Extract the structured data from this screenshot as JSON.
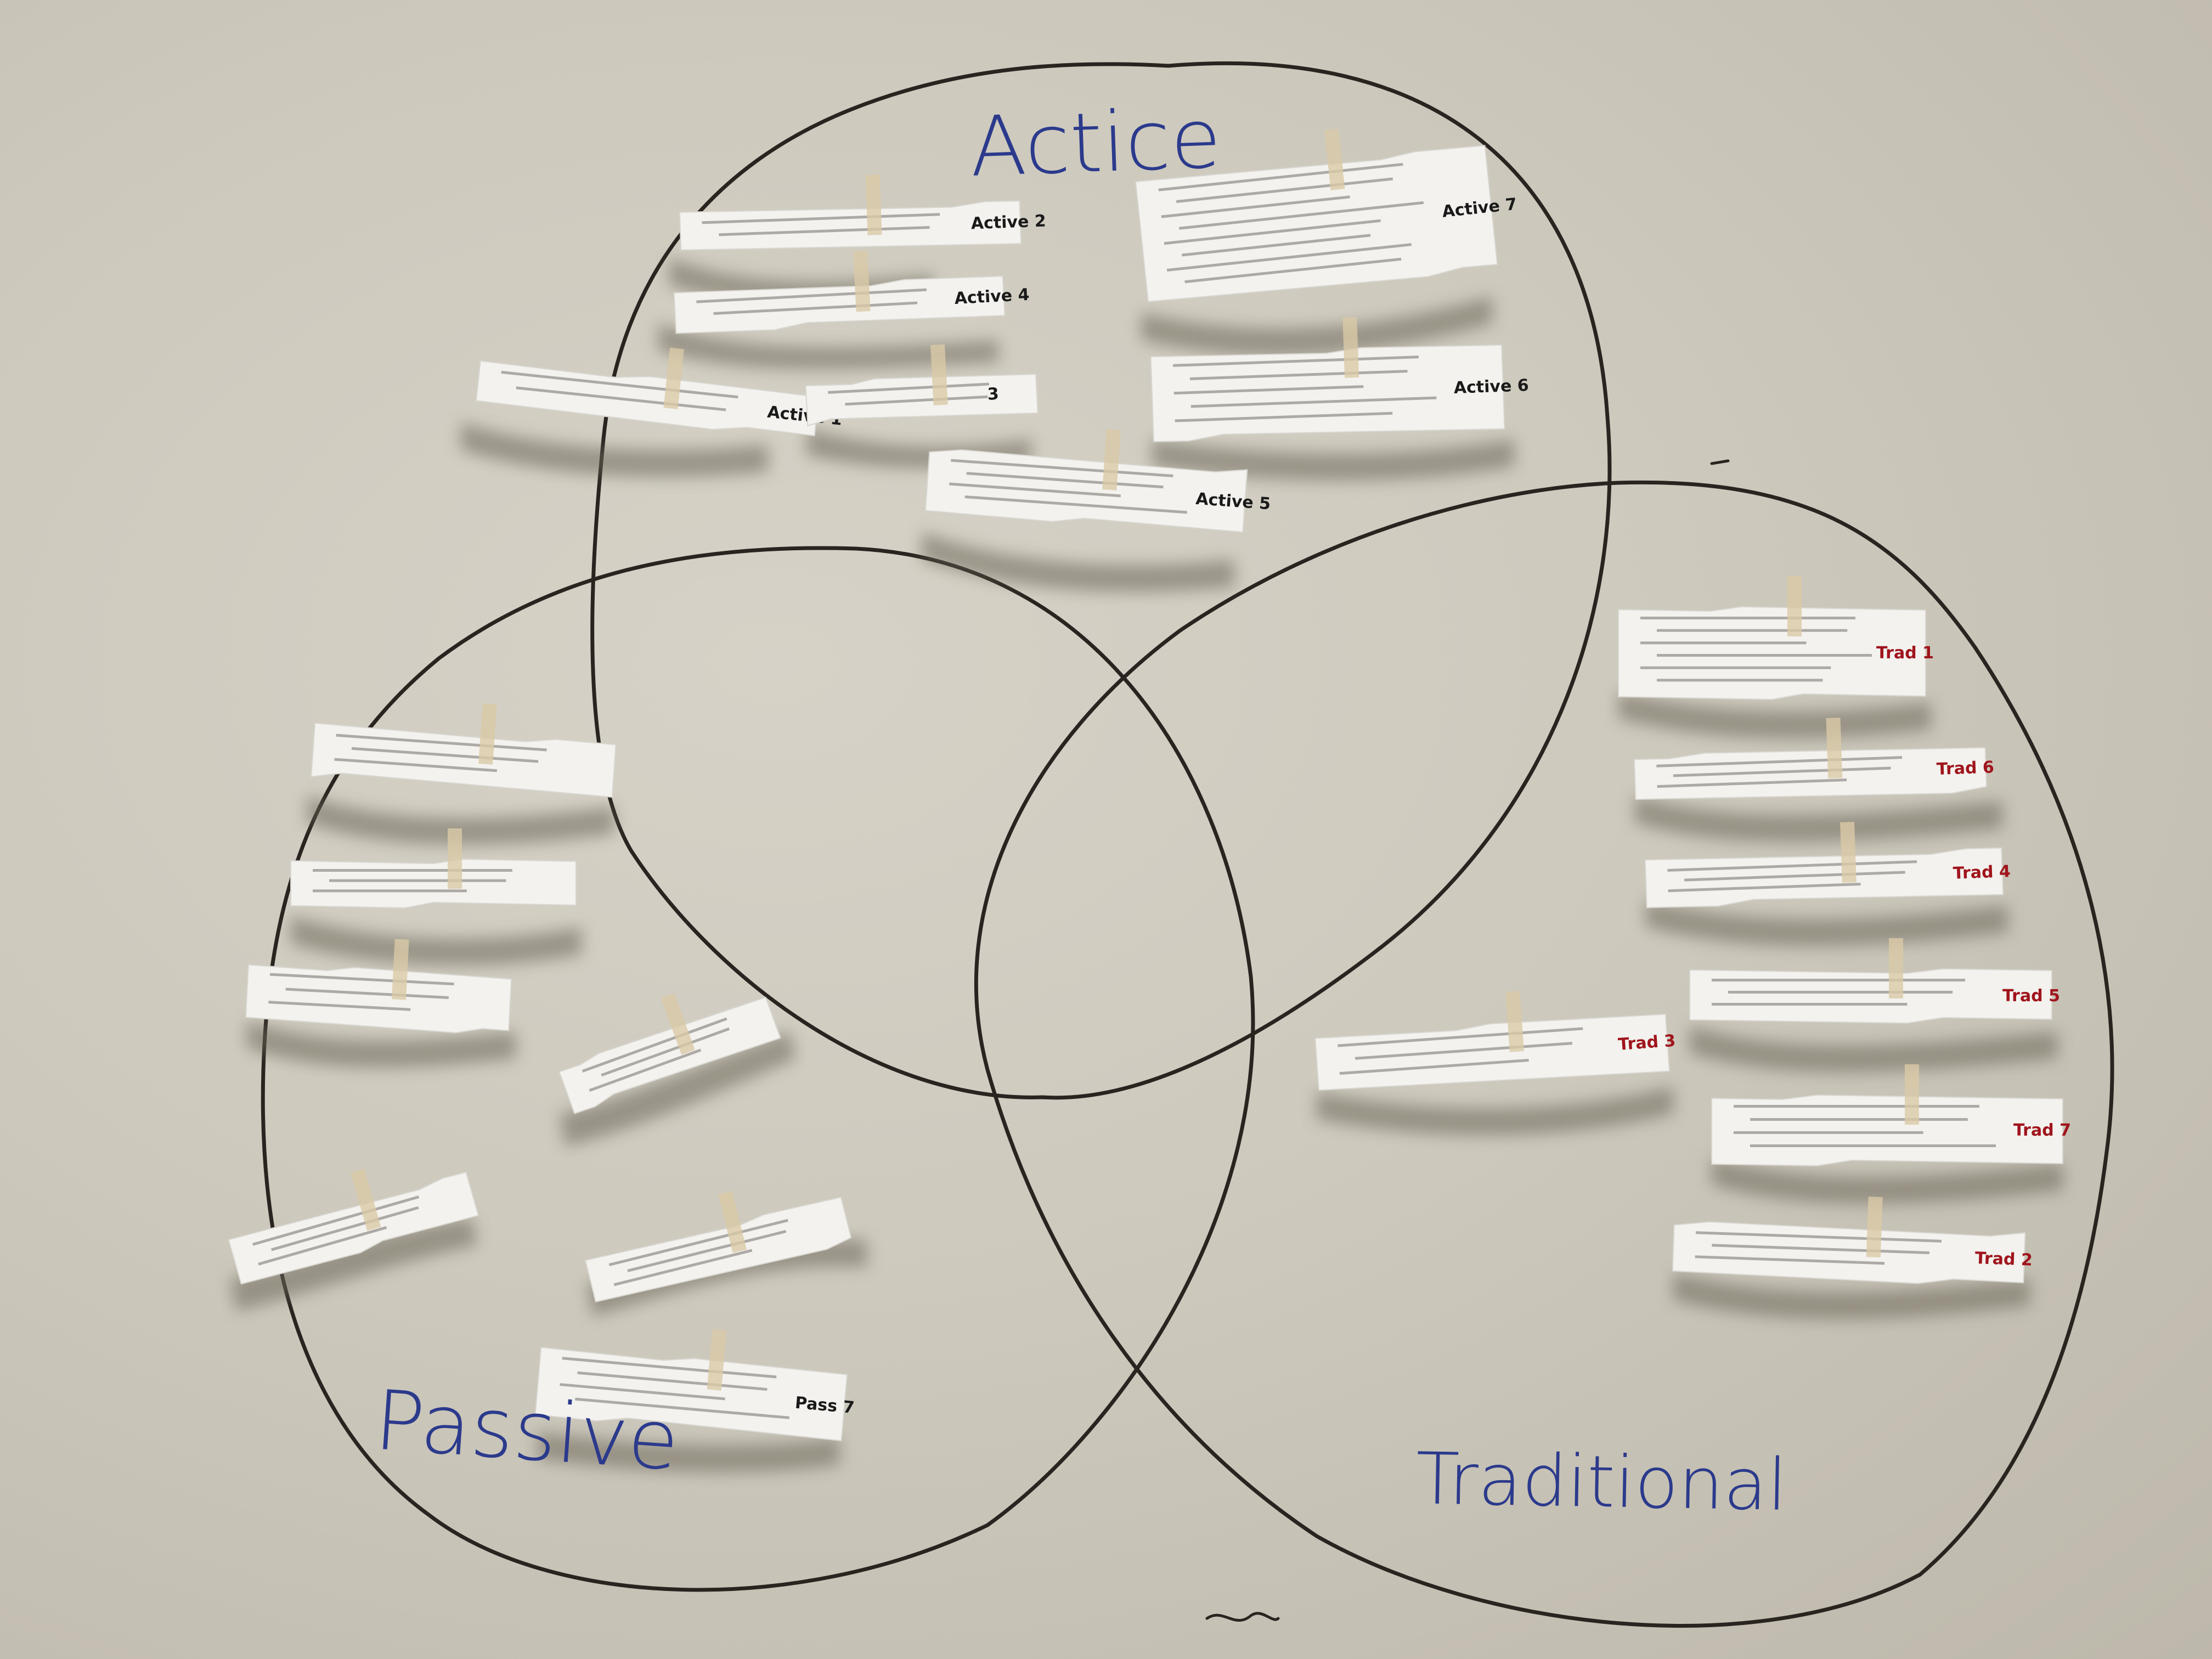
{
  "labels": {
    "active": "Actice",
    "passive": "Passive",
    "traditional": "Traditional"
  },
  "colors": {
    "wall": "#c9c5ba",
    "marker_line": "#2a2420",
    "label_ink": "#2b3a8c",
    "tag_ink_black": "#1a1a1a",
    "tag_ink_red": "#a0141c",
    "paper": "#f3f2ee",
    "tape": "#d9c9a6"
  },
  "strips": [
    {
      "tag": "Active 2",
      "group": "active"
    },
    {
      "tag": "Active 4",
      "group": "active"
    },
    {
      "tag": "Active 1",
      "group": "active"
    },
    {
      "tag": "3",
      "group": "active"
    },
    {
      "tag": "Active 5",
      "group": "active"
    },
    {
      "tag": "Active 7",
      "group": "active"
    },
    {
      "tag": "Active 6",
      "group": "active"
    },
    {
      "tag": "Trad 1",
      "group": "traditional"
    },
    {
      "tag": "Trad 6",
      "group": "traditional"
    },
    {
      "tag": "Trad 4",
      "group": "traditional"
    },
    {
      "tag": "Trad 5",
      "group": "traditional"
    },
    {
      "tag": "Trad 3",
      "group": "traditional"
    },
    {
      "tag": "Trad 7",
      "group": "traditional"
    },
    {
      "tag": "Trad 2",
      "group": "traditional"
    },
    {
      "tag": "",
      "group": "passive"
    },
    {
      "tag": "",
      "group": "passive"
    },
    {
      "tag": "",
      "group": "passive"
    },
    {
      "tag": "",
      "group": "passive"
    },
    {
      "tag": "",
      "group": "passive"
    },
    {
      "tag": "",
      "group": "passive"
    },
    {
      "tag": "Pass 7",
      "group": "passive"
    }
  ]
}
